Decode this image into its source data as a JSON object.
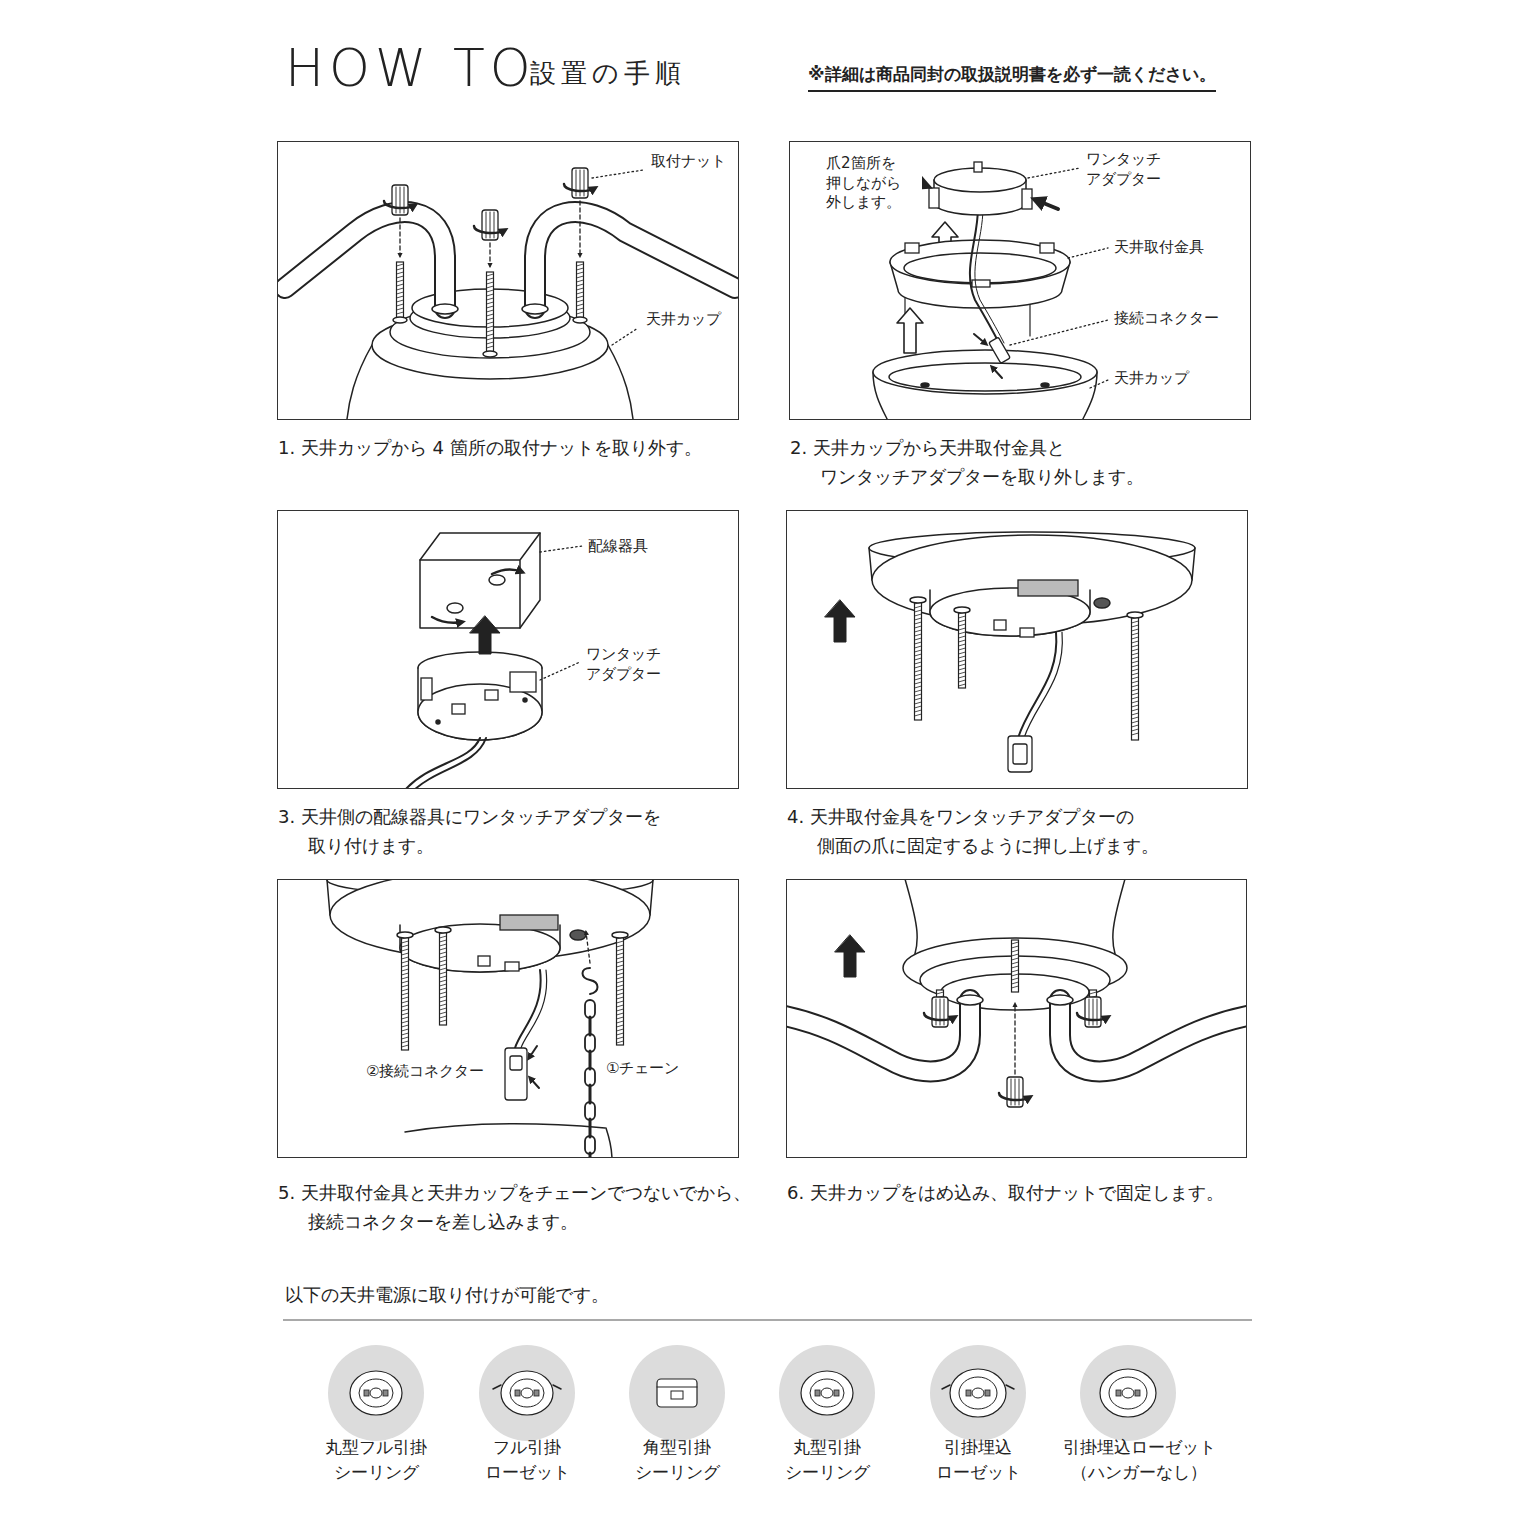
{
  "diagram": {
    "title": "HOW TO",
    "nodes": [
      {
        "text": [
          "取付ナット",
          "天井カップ",
          "1. 天井カップから 4 箇所の取付ナットを取り外す。"
        ]
      },
      {
        "text": [
          "爪2箇所を 押しながら 外します。",
          "ワンタッチ アダプター",
          "天井取付金具",
          "接続コネクター",
          "天井カップ",
          "2. 天井カップから天井取付金具と ワンタッチアダプターを取り外します。"
        ]
      },
      {
        "text": [
          "配線器具",
          "ワンタッチ アダプター",
          "3. 天井側の配線器具にワンタッチアダプターを 取り付けます。"
        ]
      },
      {
        "text": [
          "4. 天井取付金具をワンタッチアダプターの 側面の爪に固定するように押し上げます。"
        ]
      },
      {
        "text": [
          "②接続コネクター",
          "①チェーン",
          "5. 天井取付金具と天井カップをチェーンでつないでから、 接続コネクターを差し込みます。"
        ]
      },
      {
        "text": [
          "6. 天井カップをはめ込み、取付ナットで固定します。"
        ]
      }
    ],
    "labels": [
      "設置の手順",
      "※詳細は商品同封の取扱説明書を必ず一読ください。",
      "以下の天井電源に取り付けが可能です。",
      "丸型フル引掛 シーリング",
      "フル引掛 ローゼット",
      "角型引掛 シーリング",
      "丸型引掛 シーリング",
      "引掛埋込 ローゼット",
      "引掛埋込ローゼット （ハンガーなし）"
    ]
  }
}
